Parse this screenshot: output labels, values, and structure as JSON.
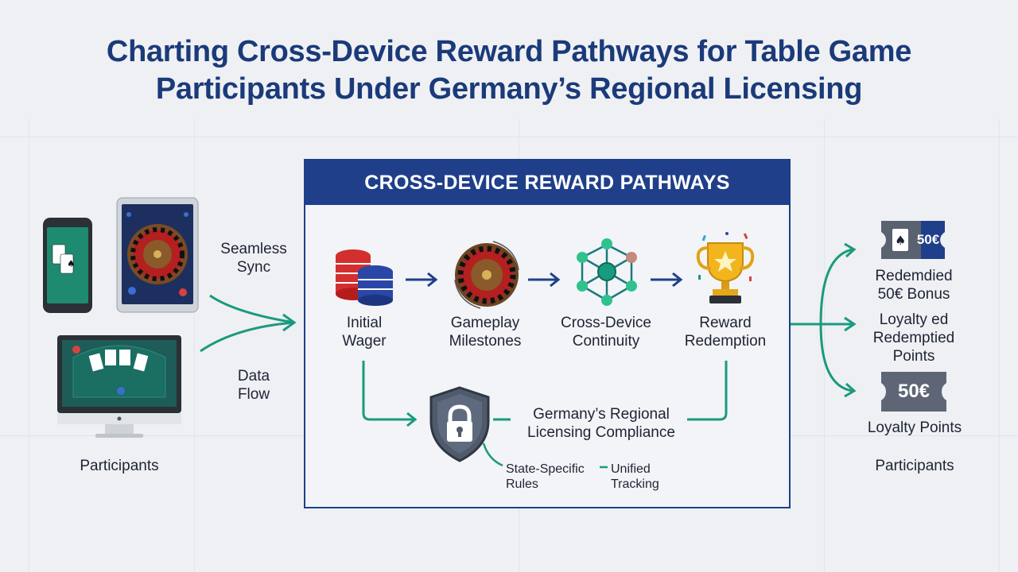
{
  "title": {
    "line1": "Charting Cross-Device Reward Pathways for Table Game",
    "line2": "Participants Under Germany’s Regional Licensing"
  },
  "left": {
    "sync_label_1": "Seamless",
    "sync_label_2": "Sync",
    "flow_label_1": "Data",
    "flow_label_2": "Flow",
    "participants": "Participants"
  },
  "panel": {
    "header": "CROSS-DEVICE REWARD PATHWAYS",
    "steps": [
      {
        "line1": "Initial",
        "line2": "Wager",
        "icon": "poker-chips-icon"
      },
      {
        "line1": "Gameplay",
        "line2": "Milestones",
        "icon": "roulette-wheel-icon"
      },
      {
        "line1": "Cross-Device",
        "line2": "Continuity",
        "icon": "network-nodes-icon"
      },
      {
        "line1": "Reward",
        "line2": "Redemption",
        "icon": "trophy-icon"
      }
    ],
    "compliance_1": "Germany’s Regional",
    "compliance_2": "Licensing Compliance",
    "sub_a_1": "State-Specific",
    "sub_a_2": "Rules",
    "sub_b_1": "Unified",
    "sub_b_2": "Tracking"
  },
  "right": {
    "ticket_1_value": "50€",
    "ticket_1_label_1": "Redemdied",
    "ticket_1_label_2": "50€ Bonus",
    "loyalty_1": "Loyalty ed",
    "loyalty_2": "Redemptied",
    "loyalty_3": "Points",
    "ticket_2_value": "50€",
    "ticket_2_label": "Loyalty Points",
    "participants": "Participants"
  },
  "colors": {
    "navy": "#1f3f8a",
    "teal": "#1a9a7e",
    "background": "#eef0f3"
  }
}
